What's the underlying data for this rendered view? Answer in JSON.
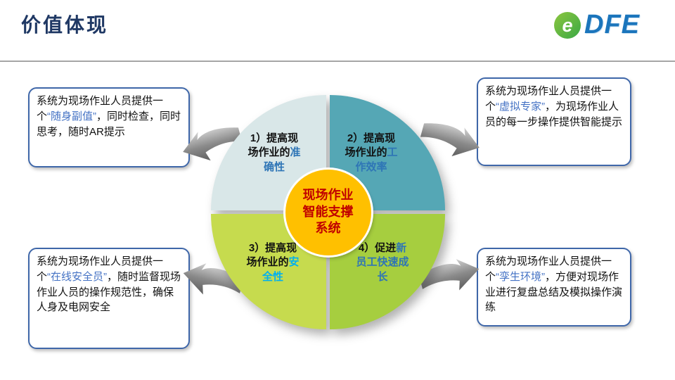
{
  "header": {
    "title": "价值体现",
    "logo": {
      "icon_letter": "e",
      "text": "DFE"
    }
  },
  "diagram": {
    "center": {
      "lines": [
        "现场作业",
        "智能支撑",
        "系统"
      ],
      "bg": "#FFC000",
      "fg": "#C00000"
    },
    "quadrants": [
      {
        "prefix": "1）提高现场作业的",
        "highlight": "准确性",
        "bg": "#D9E7E8",
        "highlight_color": "#2E75B6"
      },
      {
        "prefix": "2）提高现场作业的",
        "highlight": "工作效率",
        "bg": "#55A7B5",
        "highlight_color": "#2E75B6"
      },
      {
        "prefix": "3）提高现场作业的",
        "highlight": "安全性",
        "bg": "#C6DB4E",
        "highlight_color": "#00B0F0"
      },
      {
        "prefix": "4）促进",
        "highlight": "新员工快速成长",
        "bg": "#A6CE3F",
        "highlight_color": "#2E75B6"
      }
    ]
  },
  "callouts": [
    {
      "position": "top-left",
      "before": "系统为现场作业人员提供一个",
      "highlight": "“随身副值”",
      "after": "，同时检查，同时思考，随时AR提示"
    },
    {
      "position": "top-right",
      "before": "系统为现场作业人员提供一个",
      "highlight": "“虚拟专家”",
      "after": "，为现场作业人员的每一步操作提供智能提示"
    },
    {
      "position": "bottom-left",
      "before": "系统为现场作业人员提供一个",
      "highlight": "“在线安全员”",
      "after": "，随时监督现场作业人员的操作规范性，确保人身及电网安全"
    },
    {
      "position": "bottom-right",
      "before": "系统为现场作业人员提供一个",
      "highlight": "“孪生环境”",
      "after": "，方便对现场作业进行复盘总结及模拟操作演练"
    }
  ],
  "colors": {
    "title": "#1F3864",
    "callout_highlight": "#4472C4",
    "box_border": "#3F67A9",
    "rule": "#A6A6A6",
    "logo_blue": "#1B75BC",
    "logo_green": "#54B948",
    "arrow_gray": "#8A8A8A"
  }
}
